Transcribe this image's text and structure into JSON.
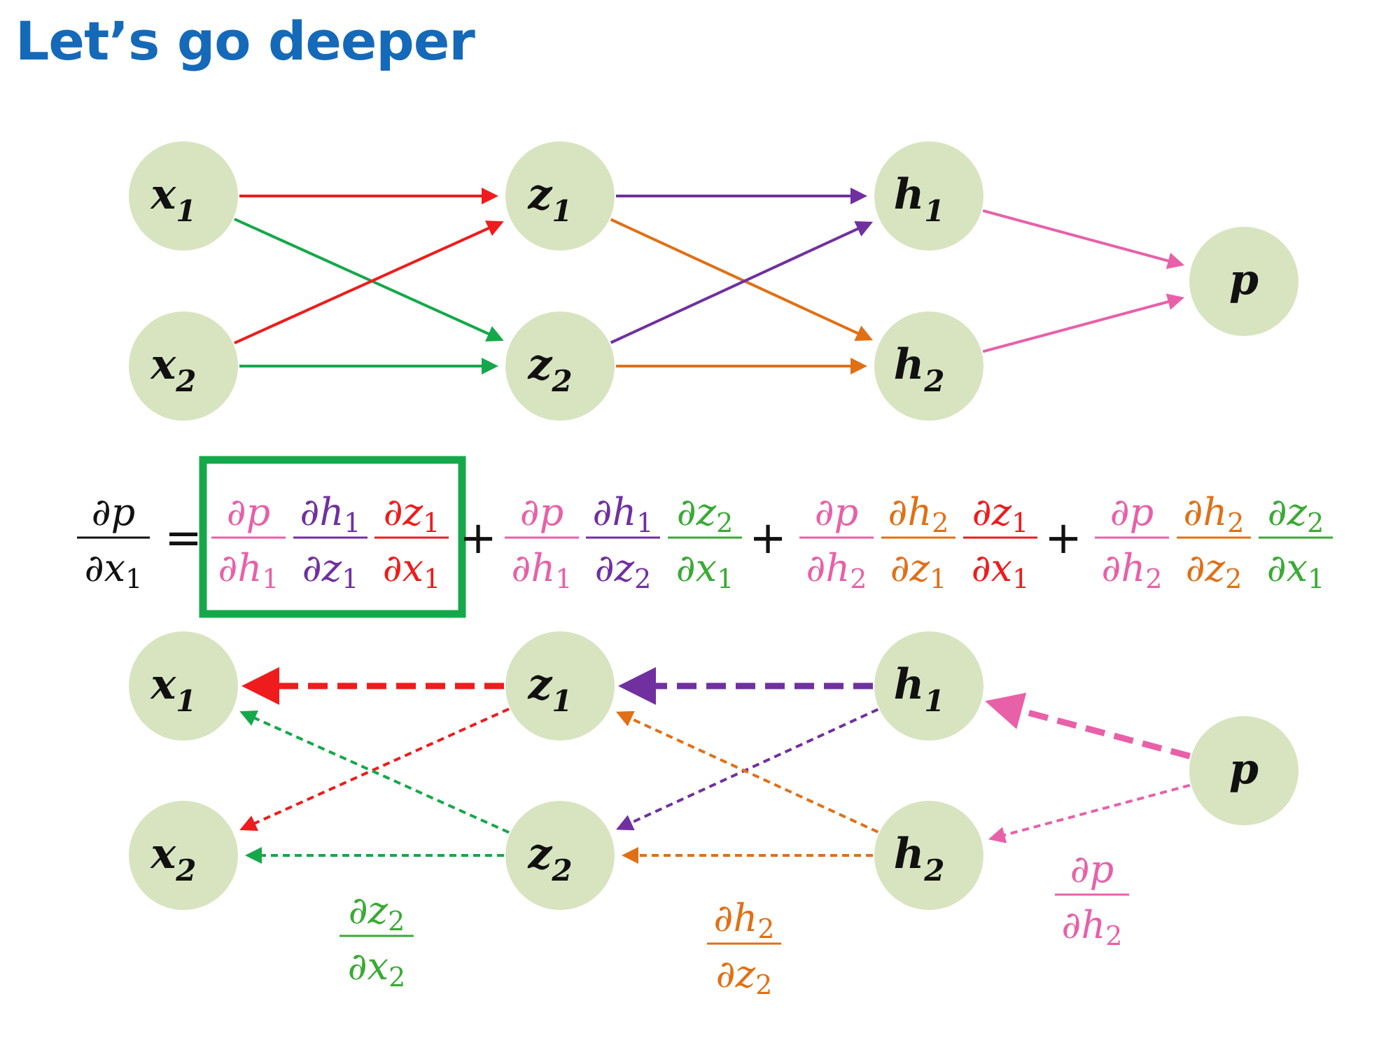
{
  "title": "Let’s go deeper",
  "colors": {
    "title": "#1569b9",
    "node_fill": "#d8e4c0",
    "red": "#ee1c1c",
    "green": "#15a84a",
    "green_text": "#3aaa35",
    "purple": "#7030a0",
    "orange": "#e07016",
    "pink": "#e860a8",
    "highlight_box": "#15a84a"
  },
  "nodes": [
    {
      "id": "x1",
      "var": "x",
      "sub": "1"
    },
    {
      "id": "x2",
      "var": "x",
      "sub": "2"
    },
    {
      "id": "z1",
      "var": "z",
      "sub": "1"
    },
    {
      "id": "z2",
      "var": "z",
      "sub": "2"
    },
    {
      "id": "h1",
      "var": "h",
      "sub": "1"
    },
    {
      "id": "h2",
      "var": "h",
      "sub": "2"
    },
    {
      "id": "p",
      "var": "p",
      "sub": ""
    }
  ],
  "forward_edges": [
    {
      "from": "x1",
      "to": "z1",
      "color": "red"
    },
    {
      "from": "x1",
      "to": "z2",
      "color": "green"
    },
    {
      "from": "x2",
      "to": "z1",
      "color": "red"
    },
    {
      "from": "x2",
      "to": "z2",
      "color": "green"
    },
    {
      "from": "z1",
      "to": "h1",
      "color": "purple"
    },
    {
      "from": "z1",
      "to": "h2",
      "color": "orange"
    },
    {
      "from": "z2",
      "to": "h1",
      "color": "purple"
    },
    {
      "from": "z2",
      "to": "h2",
      "color": "orange"
    },
    {
      "from": "h1",
      "to": "p",
      "color": "pink"
    },
    {
      "from": "h2",
      "to": "p",
      "color": "pink"
    }
  ],
  "backward_edges": [
    {
      "from": "z1",
      "to": "x1",
      "color": "red",
      "emphasis": true
    },
    {
      "from": "z1",
      "to": "x2",
      "color": "red",
      "emphasis": false
    },
    {
      "from": "z2",
      "to": "x1",
      "color": "green",
      "emphasis": false
    },
    {
      "from": "z2",
      "to": "x2",
      "color": "green",
      "emphasis": false
    },
    {
      "from": "h1",
      "to": "z1",
      "color": "purple",
      "emphasis": true
    },
    {
      "from": "h1",
      "to": "z2",
      "color": "purple",
      "emphasis": false
    },
    {
      "from": "h2",
      "to": "z1",
      "color": "orange",
      "emphasis": false
    },
    {
      "from": "h2",
      "to": "z2",
      "color": "orange",
      "emphasis": false
    },
    {
      "from": "p",
      "to": "h1",
      "color": "pink",
      "emphasis": true
    },
    {
      "from": "p",
      "to": "h2",
      "color": "pink",
      "emphasis": false
    }
  ],
  "equation": {
    "lhs": {
      "num": {
        "sym": "∂p",
        "sub": ""
      },
      "den": {
        "sym": "∂x",
        "sub": "1"
      }
    },
    "equals": "=",
    "plus": "+",
    "terms": [
      {
        "highlighted": true,
        "factors": [
          {
            "num": {
              "sym": "∂p",
              "sub": ""
            },
            "den": {
              "sym": "∂h",
              "sub": "1"
            },
            "color": "pink"
          },
          {
            "num": {
              "sym": "∂h",
              "sub": "1"
            },
            "den": {
              "sym": "∂z",
              "sub": "1"
            },
            "color": "purple"
          },
          {
            "num": {
              "sym": "∂z",
              "sub": "1"
            },
            "den": {
              "sym": "∂x",
              "sub": "1"
            },
            "color": "red"
          }
        ]
      },
      {
        "highlighted": false,
        "factors": [
          {
            "num": {
              "sym": "∂p",
              "sub": ""
            },
            "den": {
              "sym": "∂h",
              "sub": "1"
            },
            "color": "pink"
          },
          {
            "num": {
              "sym": "∂h",
              "sub": "1"
            },
            "den": {
              "sym": "∂z",
              "sub": "2"
            },
            "color": "purple"
          },
          {
            "num": {
              "sym": "∂z",
              "sub": "2"
            },
            "den": {
              "sym": "∂x",
              "sub": "1"
            },
            "color": "green_text"
          }
        ]
      },
      {
        "highlighted": false,
        "factors": [
          {
            "num": {
              "sym": "∂p",
              "sub": ""
            },
            "den": {
              "sym": "∂h",
              "sub": "2"
            },
            "color": "pink"
          },
          {
            "num": {
              "sym": "∂h",
              "sub": "2"
            },
            "den": {
              "sym": "∂z",
              "sub": "1"
            },
            "color": "orange"
          },
          {
            "num": {
              "sym": "∂z",
              "sub": "1"
            },
            "den": {
              "sym": "∂x",
              "sub": "1"
            },
            "color": "red"
          }
        ]
      },
      {
        "highlighted": false,
        "factors": [
          {
            "num": {
              "sym": "∂p",
              "sub": ""
            },
            "den": {
              "sym": "∂h",
              "sub": "2"
            },
            "color": "pink"
          },
          {
            "num": {
              "sym": "∂h",
              "sub": "2"
            },
            "den": {
              "sym": "∂z",
              "sub": "2"
            },
            "color": "orange"
          },
          {
            "num": {
              "sym": "∂z",
              "sub": "2"
            },
            "den": {
              "sym": "∂x",
              "sub": "1"
            },
            "color": "green_text"
          }
        ]
      }
    ]
  },
  "edge_labels": [
    {
      "num": {
        "sym": "∂z",
        "sub": "2"
      },
      "den": {
        "sym": "∂x",
        "sub": "2"
      },
      "color": "green_text"
    },
    {
      "num": {
        "sym": "∂h",
        "sub": "2"
      },
      "den": {
        "sym": "∂z",
        "sub": "2"
      },
      "color": "orange"
    },
    {
      "num": {
        "sym": "∂p",
        "sub": ""
      },
      "den": {
        "sym": "∂h",
        "sub": "2"
      },
      "color": "pink"
    }
  ]
}
